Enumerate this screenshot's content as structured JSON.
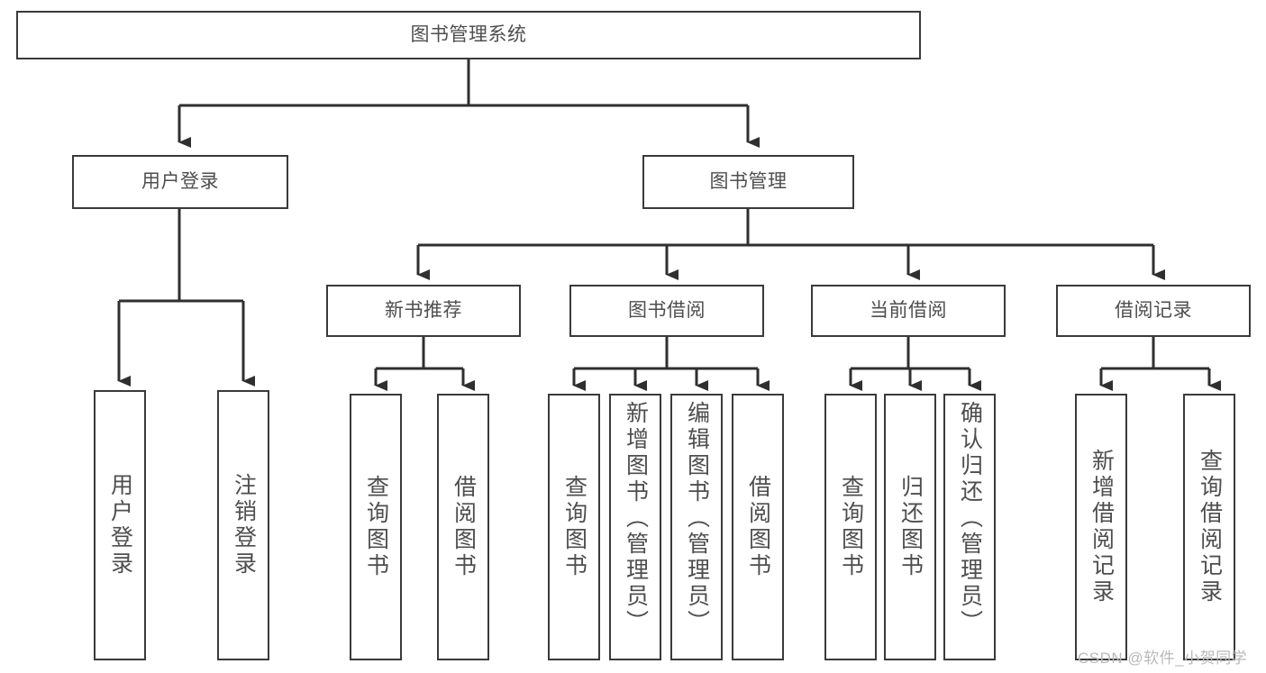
{
  "diagram": {
    "title": "图书管理系统",
    "type": "tree-hierarchy-chart",
    "stroke_color": "#3a3a3a",
    "text_color": "#4e4e4e",
    "background_color": "#ffffff"
  },
  "nodes": {
    "root": {
      "label": "图书管理系统"
    },
    "level2": [
      {
        "id": "user-login",
        "label": "用户登录"
      },
      {
        "id": "book-management",
        "label": "图书管理"
      }
    ],
    "level3": [
      {
        "id": "new-book-recommend",
        "label": "新书推荐"
      },
      {
        "id": "book-borrow",
        "label": "图书借阅"
      },
      {
        "id": "current-borrow",
        "label": "当前借阅"
      },
      {
        "id": "borrow-record",
        "label": "借阅记录"
      }
    ],
    "leaves": {
      "user_login": [
        {
          "id": "leaf-user-login",
          "label": "用户登录"
        },
        {
          "id": "leaf-logout-login",
          "label": "注销登录"
        }
      ],
      "new_book_recommend": [
        {
          "id": "leaf-query-book-1",
          "label": "查询图书"
        },
        {
          "id": "leaf-borrow-book-1",
          "label": "借阅图书"
        }
      ],
      "book_borrow": [
        {
          "id": "leaf-query-book-2",
          "label": "查询图书"
        },
        {
          "id": "leaf-add-book",
          "label": "新增图书（管理员）"
        },
        {
          "id": "leaf-edit-book",
          "label": "编辑图书（管理员）"
        },
        {
          "id": "leaf-borrow-book-2",
          "label": "借阅图书"
        }
      ],
      "current_borrow": [
        {
          "id": "leaf-query-book-3",
          "label": "查询图书"
        },
        {
          "id": "leaf-return-book",
          "label": "归还图书"
        },
        {
          "id": "leaf-confirm-return",
          "label": "确认归还（管理员）"
        }
      ],
      "borrow_record": [
        {
          "id": "leaf-add-record",
          "label": "新增借阅记录"
        },
        {
          "id": "leaf-query-record",
          "label": "查询借阅记录"
        }
      ]
    }
  },
  "watermark": {
    "text": "CSDN @软件_小贺同学"
  }
}
